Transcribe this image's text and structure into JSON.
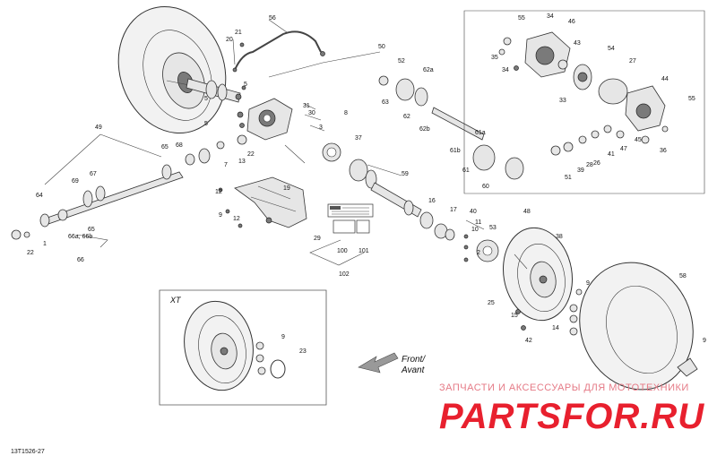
{
  "diagram_code": "13T1526-27",
  "inset": {
    "label": "XT"
  },
  "direction": {
    "line1": "Front/",
    "line2": "Avant"
  },
  "watermark": {
    "line1": "ЗАПЧАСТИ И АКСЕССУАРЫ ДЛЯ МОТОТЕХНИКИ",
    "line2": "PARTSFOR.RU"
  },
  "colors": {
    "watermark_red": "#e8202e",
    "watermark_light": "#e57a86",
    "line": "#444444"
  },
  "callouts": {
    "c56": "56",
    "c21": "21",
    "c20": "20",
    "c50": "50",
    "c5a": "5",
    "c5b": "5",
    "c5c": "5",
    "c49": "49",
    "c31": "31",
    "c30": "30",
    "c8a": "8",
    "c3": "3",
    "c22": "22",
    "c13": "13",
    "c7": "7",
    "c65a": "65",
    "c68": "68",
    "c67": "67",
    "c69": "69",
    "c64": "64",
    "c65b": "65",
    "c66ab": "66a, 66b",
    "c66": "66",
    "c22b": "22",
    "c1": "1",
    "c52": "52",
    "c62a": "62a",
    "c63": "63",
    "c62": "62",
    "c62b": "62b",
    "c37": "37",
    "c59": "59",
    "c61a": "61a",
    "c61b": "61b",
    "c61": "61",
    "c60": "60",
    "c55a": "55",
    "c34a": "34",
    "c46": "46",
    "c43": "43",
    "c54": "54",
    "c27": "27",
    "c35": "35",
    "c34b": "34",
    "c33": "33",
    "c44": "44",
    "c55b": "55",
    "c45": "45",
    "c47": "47",
    "c41": "41",
    "c26": "26",
    "c28": "28",
    "c39": "39",
    "c51": "51",
    "c36": "36",
    "c12a": "12",
    "c12b": "12",
    "c9a": "9",
    "c19": "19",
    "c29": "29",
    "c100": "100",
    "c101": "101",
    "c102": "102",
    "c16": "16",
    "c17": "17",
    "c40": "40",
    "c48": "48",
    "c11": "11",
    "c10": "10",
    "c53": "53",
    "c2": "2",
    "c38": "38",
    "c58": "58",
    "c25": "25",
    "c15": "15",
    "c14": "14",
    "c42": "42",
    "c9b": "9",
    "c23": "23",
    "c9c": "9",
    "c9d": "9"
  }
}
